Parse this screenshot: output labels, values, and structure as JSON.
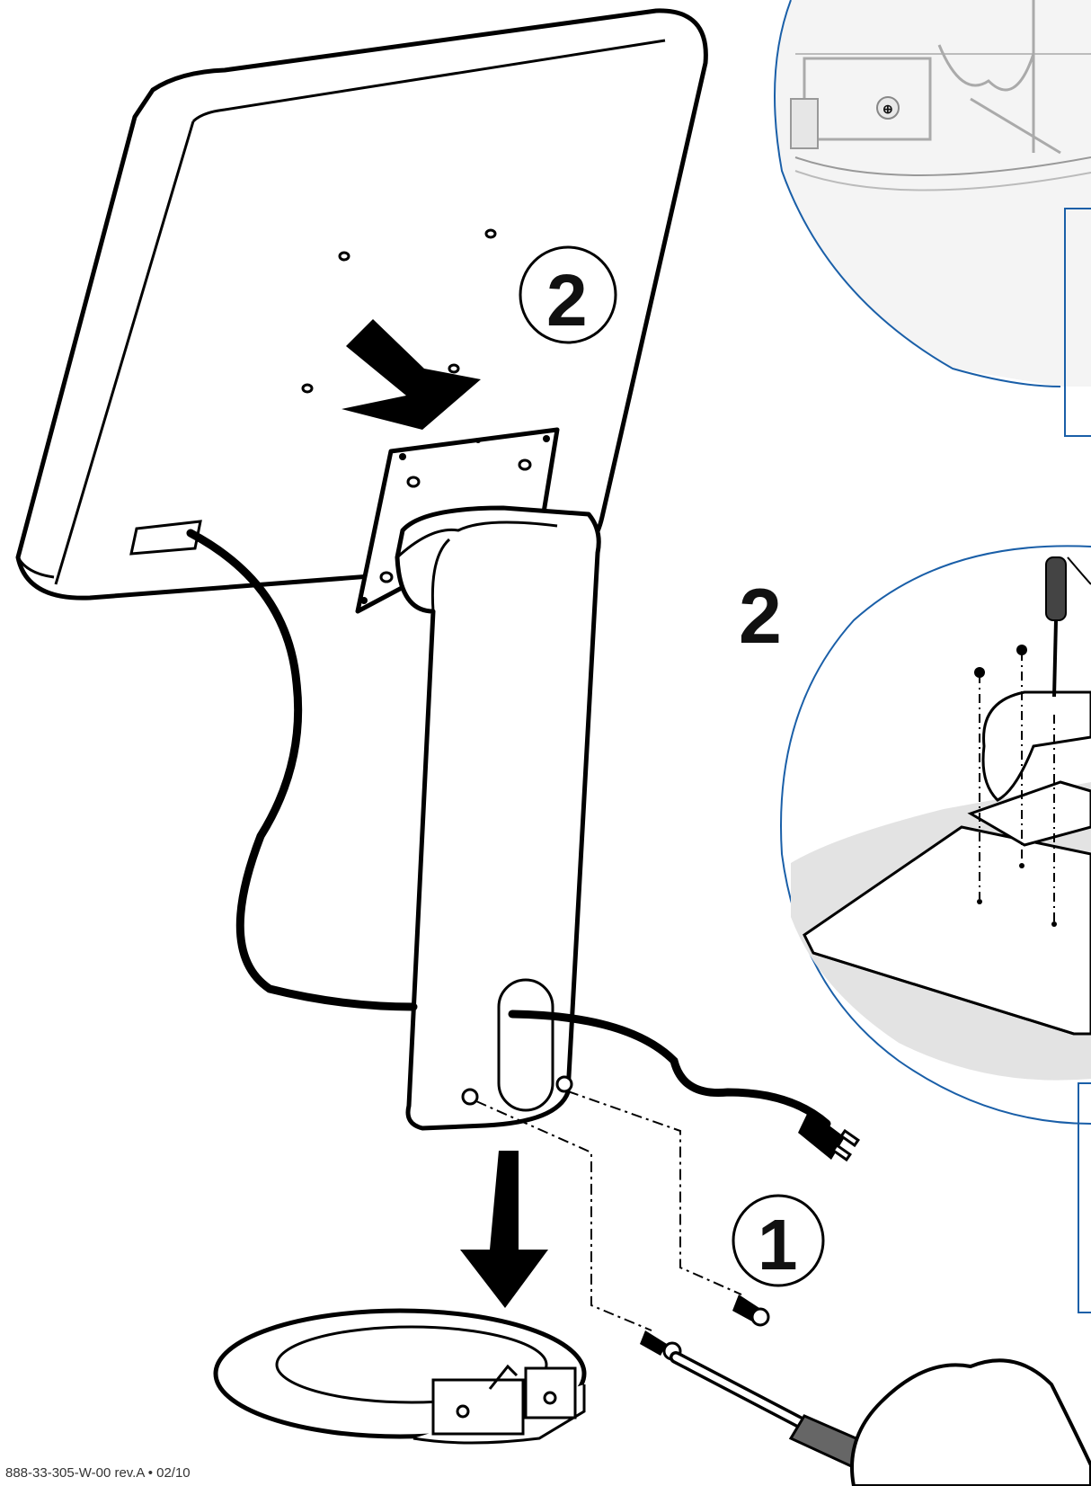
{
  "diagram": {
    "steps": {
      "step_1_marker": "1",
      "step_2_marker": "2",
      "side_panel_2_number": "2"
    },
    "footer": {
      "doc_code": "888-33-305-W-00 rev.A • 02/10"
    },
    "colors": {
      "line": "#000000",
      "detail_circle": "#1a5fa8",
      "panel_border": "#1a5fa8",
      "shade": "#d8d8d8"
    }
  }
}
